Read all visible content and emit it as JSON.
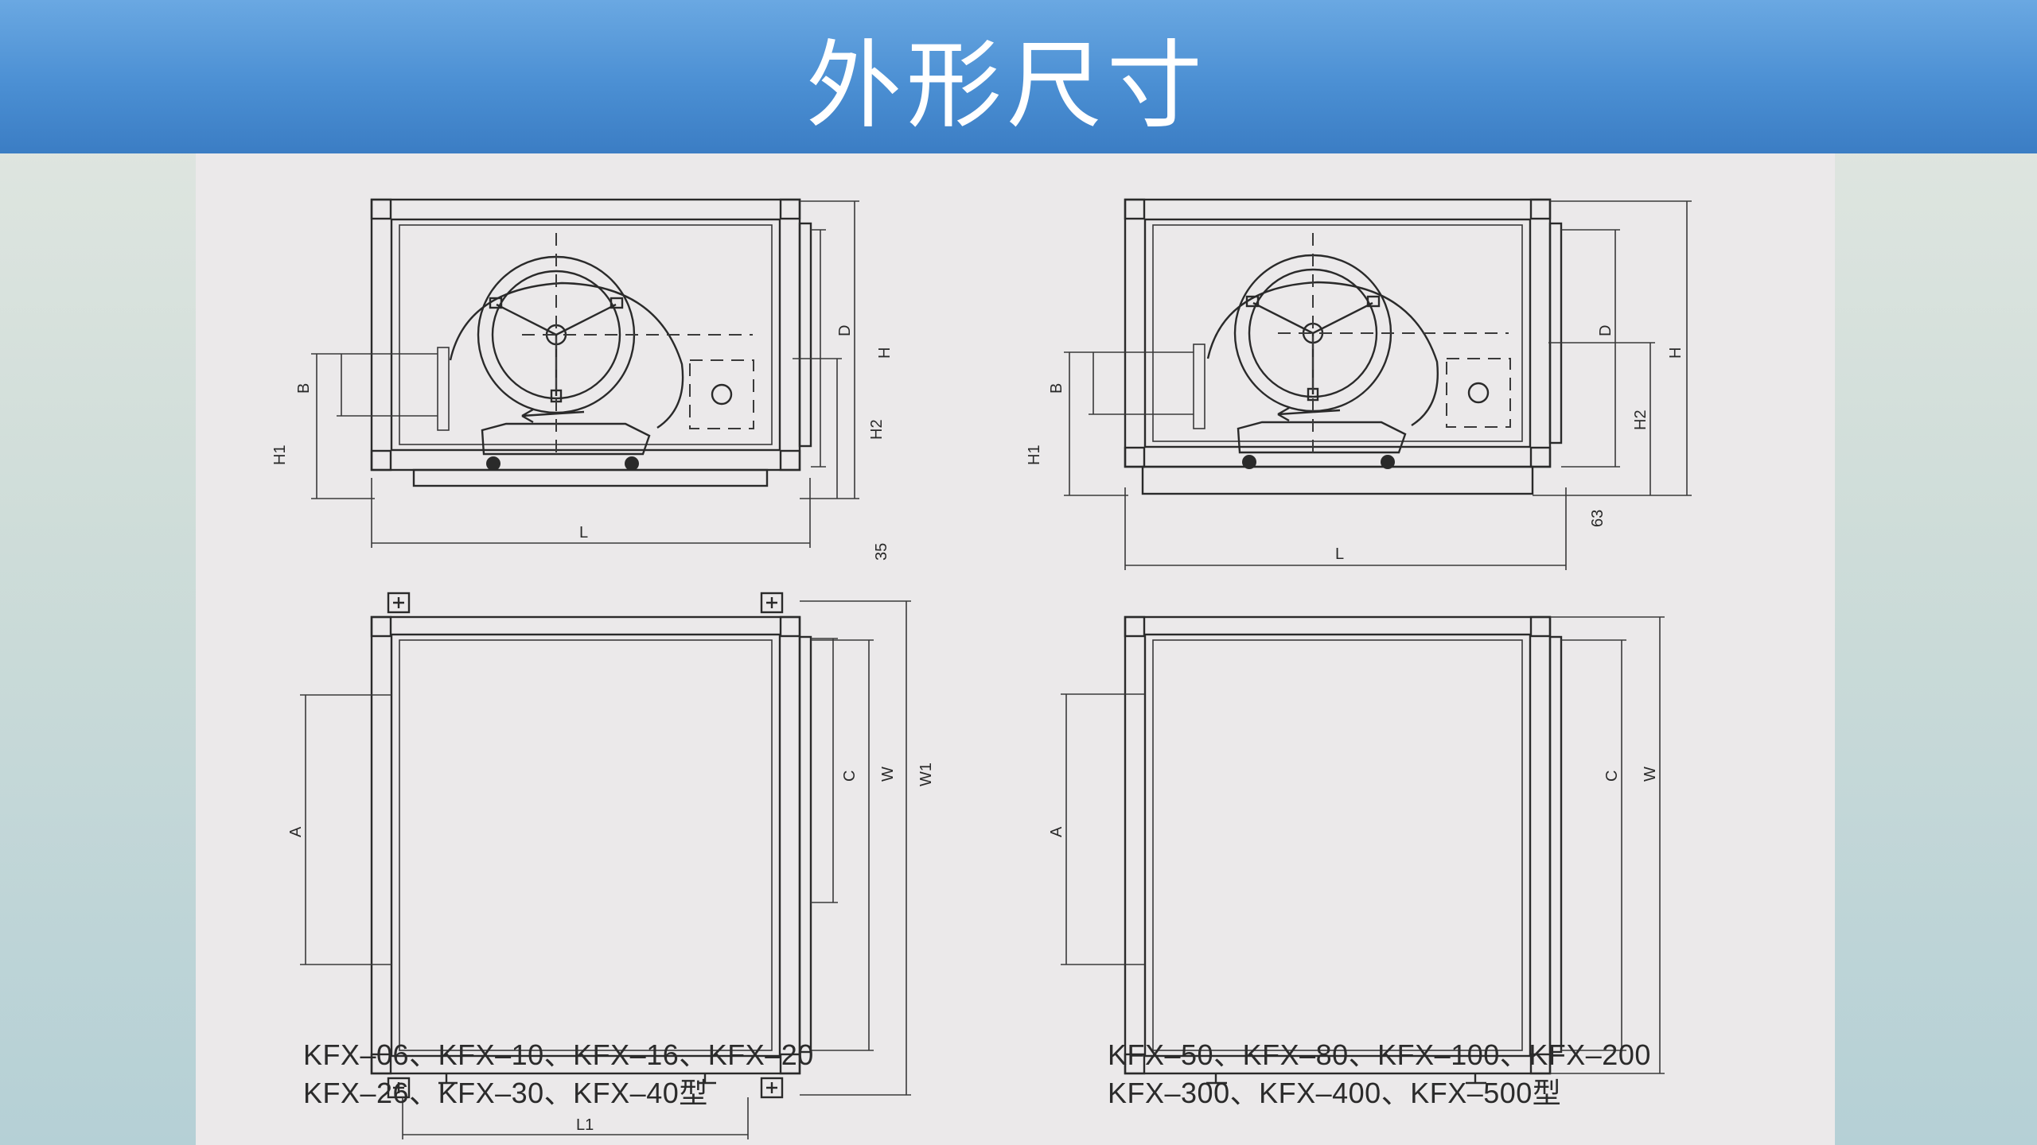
{
  "header": {
    "title": "外形尺寸"
  },
  "left_drawing": {
    "front_labels": {
      "D": "D",
      "H": "H",
      "H2": "H2",
      "B": "B",
      "H1": "H1",
      "L": "L",
      "base": "35"
    },
    "top_labels": {
      "A": "A",
      "C": "C",
      "W": "W",
      "W1": "W1",
      "L1": "L1"
    },
    "caption_lines": [
      "KFX–06、KFX–10、KFX–16、KFX–20",
      "KFX–26、KFX–30、KFX–40型"
    ]
  },
  "right_drawing": {
    "front_labels": {
      "D": "D",
      "H": "H",
      "H2": "H2",
      "B": "B",
      "H1": "H1",
      "L": "L",
      "base": "63"
    },
    "top_labels": {
      "A": "A",
      "C": "C",
      "W": "W"
    },
    "caption_lines": [
      "KFX–50、KFX–80、KFX–100、KFX–200",
      "KFX–300、KFX–400、KFX–500型"
    ]
  }
}
